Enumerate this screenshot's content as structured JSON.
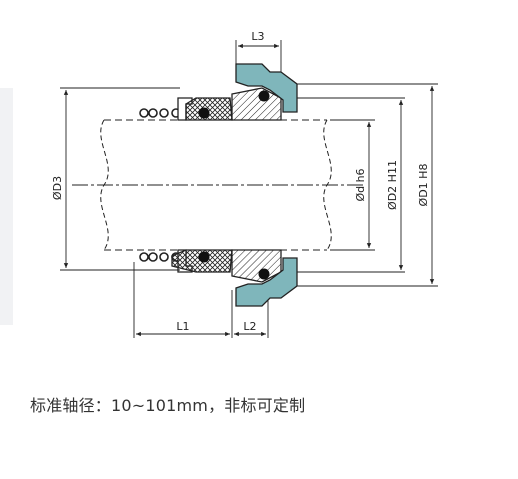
{
  "dimensions": {
    "L1": "L1",
    "L2": "L2",
    "L3": "L3",
    "D3": "ØD3",
    "d": "Ød h6",
    "D2": "ØD2 H11",
    "D1": "ØD1 H8"
  },
  "caption": "标准轴径：10~101mm，非标可定制",
  "colors": {
    "seat": "#7fb6bb",
    "seal_body": "#555555",
    "line": "#222222",
    "background": "#ffffff"
  }
}
